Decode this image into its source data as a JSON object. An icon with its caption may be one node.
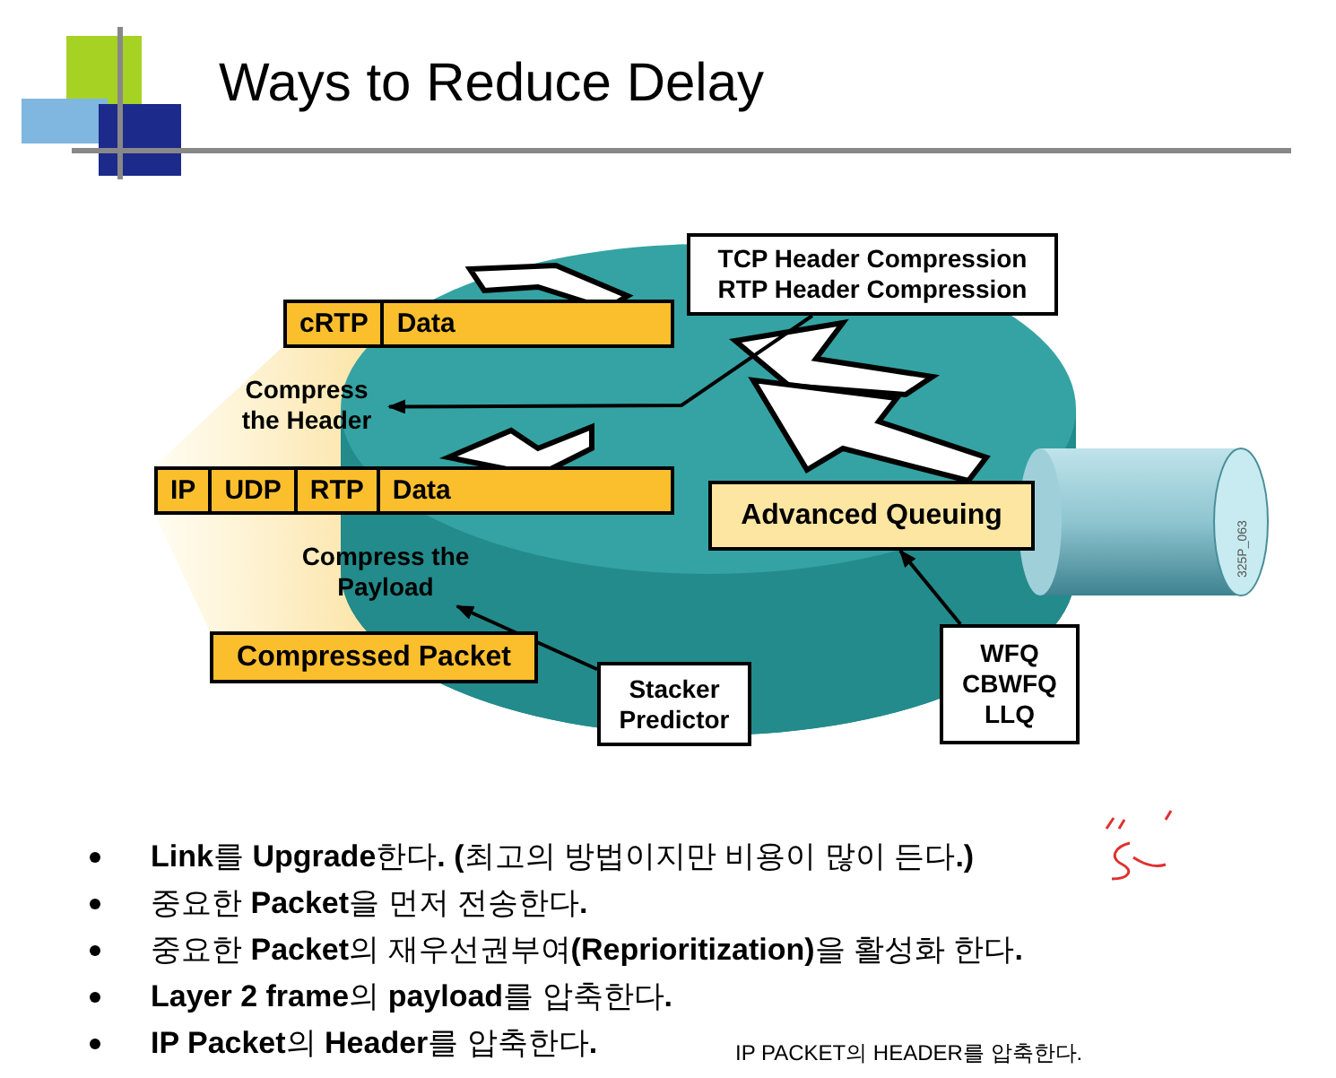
{
  "diagram": {
    "title": "Ways to Reduce Delay",
    "nodes": [
      {
        "text": [
          "cRTP",
          "Data"
        ]
      },
      {
        "text": [
          "Compress the Header"
        ]
      },
      {
        "text": [
          "TCP Header Compression RTP Header Compression"
        ]
      },
      {
        "text": [
          "IP",
          "UDP",
          "RTP",
          "Data"
        ]
      },
      {
        "text": [
          "Compress the Payload"
        ]
      },
      {
        "text": [
          "Compressed Packet"
        ]
      },
      {
        "text": [
          "Stacker Predictor"
        ]
      },
      {
        "text": [
          "Advanced Queuing"
        ]
      },
      {
        "text": [
          "WFQ CBWFQ LLQ"
        ]
      }
    ],
    "edges": [
      {
        "from": 2,
        "to": 1,
        "arrow": "to"
      },
      {
        "from": 6,
        "to": 4,
        "arrow": "to"
      },
      {
        "from": 8,
        "to": 7,
        "arrow": "to"
      }
    ],
    "labels": [
      "325P_063",
      "**Link**를 **Upgrade**한다**.** **(**최고의 방법이지만 비용이 많이 든다**.)**",
      "중요한 **Packet**을 먼저 전송한다**.**",
      "중요한 **Packet**의 재우선권부여**(Reprioritization)**을 활성화 한다**.**",
      "**Layer 2 frame**의 **payload**를 압축한다**.**",
      "**IP Packet**의 **Header**를 압축한다**.**",
      "IP PACKET의  HEADER를 압축한다."
    ]
  }
}
